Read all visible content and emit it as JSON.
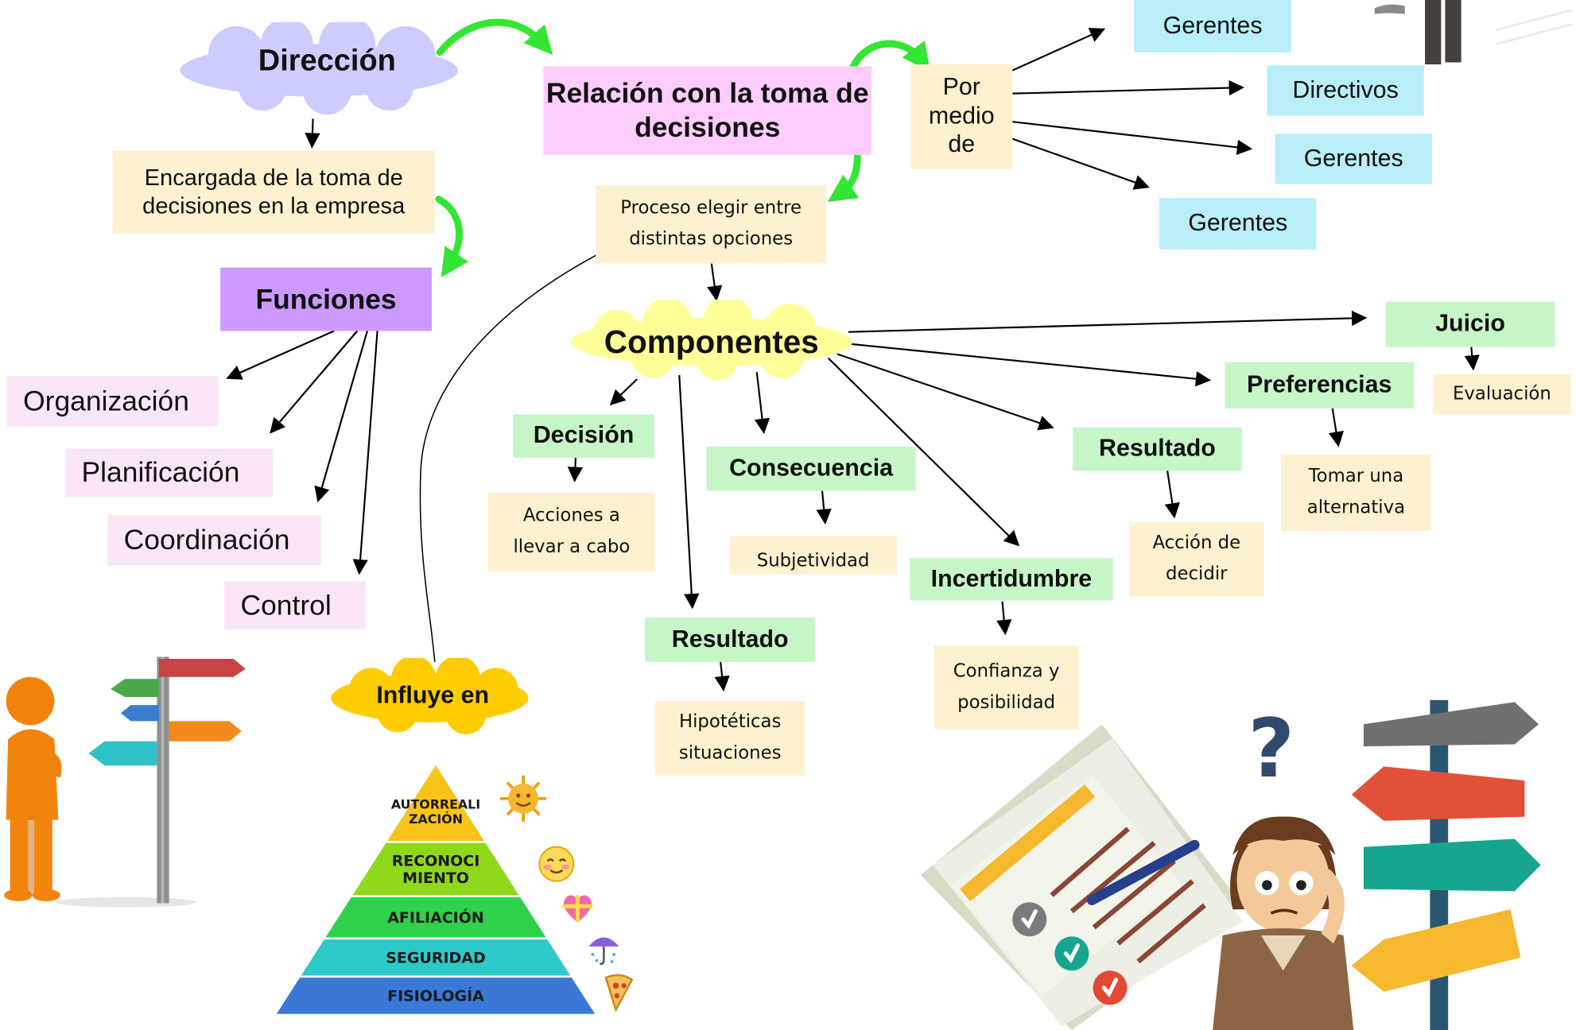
{
  "nodes": {
    "direccion": "Dirección",
    "encargada": "Encargada de la toma de decisiones en la empresa",
    "funciones": "Funciones",
    "organizacion": "Organización",
    "planificacion": "Planificación",
    "coordinacion": "Coordinación",
    "control": "Control",
    "relacion": "Relación con la toma de decisiones",
    "por_medio_de": "Por medio de",
    "gerentes_1": "Gerentes",
    "directivos": "Directivos",
    "gerentes_2": "Gerentes",
    "gerentes_3": "Gerentes",
    "proceso": "Proceso elegir entre distintas opciones",
    "componentes": "Componentes",
    "decision": "Decisión",
    "acciones": "Acciones a llevar a cabo",
    "consecuencia": "Consecuencia",
    "subjetividad": "Subjetividad",
    "resultado_1": "Resultado",
    "hipoteticas": "Hipotéticas situaciones",
    "incertidumbre": "Incertidumbre",
    "confianza": "Confianza y posibilidad",
    "resultado_2": "Resultado",
    "accion_decidir": "Acción de decidir",
    "preferencias": "Preferencias",
    "tomar": "Tomar una alternativa",
    "juicio": "Juicio",
    "evaluacion": "Evaluación",
    "influye": "Influye en"
  },
  "pyramid": {
    "levels": [
      "AUTORREALI ZACIÓN",
      "RECONOCI MIENTO",
      "AFILIACIÓN",
      "SEGURIDAD",
      "FISIOLOGÍA"
    ],
    "colors": [
      "#f7c417",
      "#8fd81a",
      "#2fd14a",
      "#2ec9c9",
      "#3a78d6"
    ]
  },
  "colors": {
    "cream": "#fdf1cf",
    "blue": "#b9eef8",
    "pink": "#fbe6f8",
    "magenta": "#ffccff",
    "purple": "#cc99ff",
    "green": "#c6f5c8",
    "lavender_cloud": "#ccccff",
    "yellow_cloud": "#ffff99",
    "orange_cloud": "#ffcc00",
    "green_arrow": "#33e633"
  }
}
